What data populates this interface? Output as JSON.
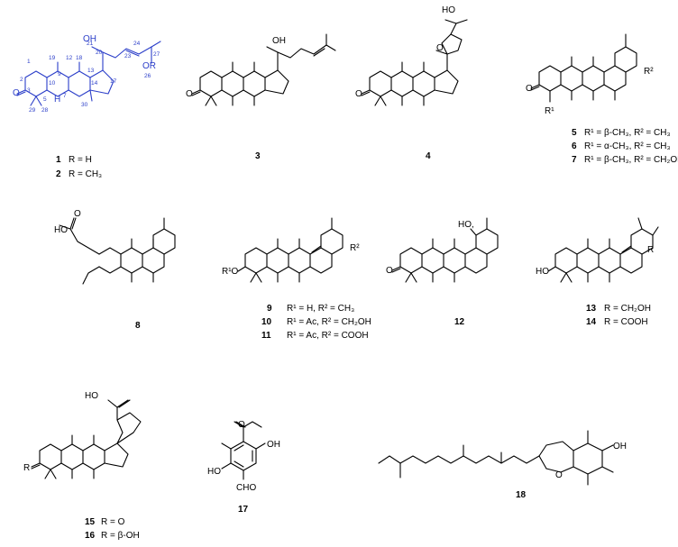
{
  "compounds": [
    {
      "id": "1",
      "caption": "R = H"
    },
    {
      "id": "2",
      "caption": "R = CH₃"
    },
    {
      "id": "3",
      "caption": ""
    },
    {
      "id": "4",
      "caption": ""
    },
    {
      "id": "5",
      "caption": "R¹ = β-CH₃, R² = CH₃"
    },
    {
      "id": "6",
      "caption": "R¹ = α-CH₃, R² = CH₃"
    },
    {
      "id": "7",
      "caption": "R¹ = β-CH₃, R² = CH₂OH"
    },
    {
      "id": "8",
      "caption": ""
    },
    {
      "id": "9",
      "caption": "R¹ = H,   R² = CH₃"
    },
    {
      "id": "10",
      "caption": "R¹ = Ac, R² = CH₂OH"
    },
    {
      "id": "11",
      "caption": "R¹ = Ac, R² = COOH"
    },
    {
      "id": "12",
      "caption": ""
    },
    {
      "id": "13",
      "caption": "R = CH₂OH"
    },
    {
      "id": "14",
      "caption": "R = COOH"
    },
    {
      "id": "15",
      "caption": "R = O"
    },
    {
      "id": "16",
      "caption": "R = β-OH"
    },
    {
      "id": "17",
      "caption": ""
    },
    {
      "id": "18",
      "caption": ""
    }
  ],
  "atom_labels": {
    "oh": "OH",
    "ho": "HO",
    "o": "O",
    "or": "OR",
    "h": "H",
    "r": "R",
    "r1": "R¹",
    "r2": "R²",
    "r1o": "R¹O",
    "cho": "CHO",
    "hoa": "HO,"
  },
  "atom_numbers": [
    "1",
    "2",
    "3",
    "5",
    "7",
    "9",
    "10",
    "12",
    "13",
    "14",
    "17",
    "18",
    "19",
    "20",
    "21",
    "23",
    "24",
    "26",
    "27",
    "28",
    "29",
    "30"
  ],
  "colors": {
    "ink": "#000000",
    "highlight": "#2b3ec9"
  }
}
